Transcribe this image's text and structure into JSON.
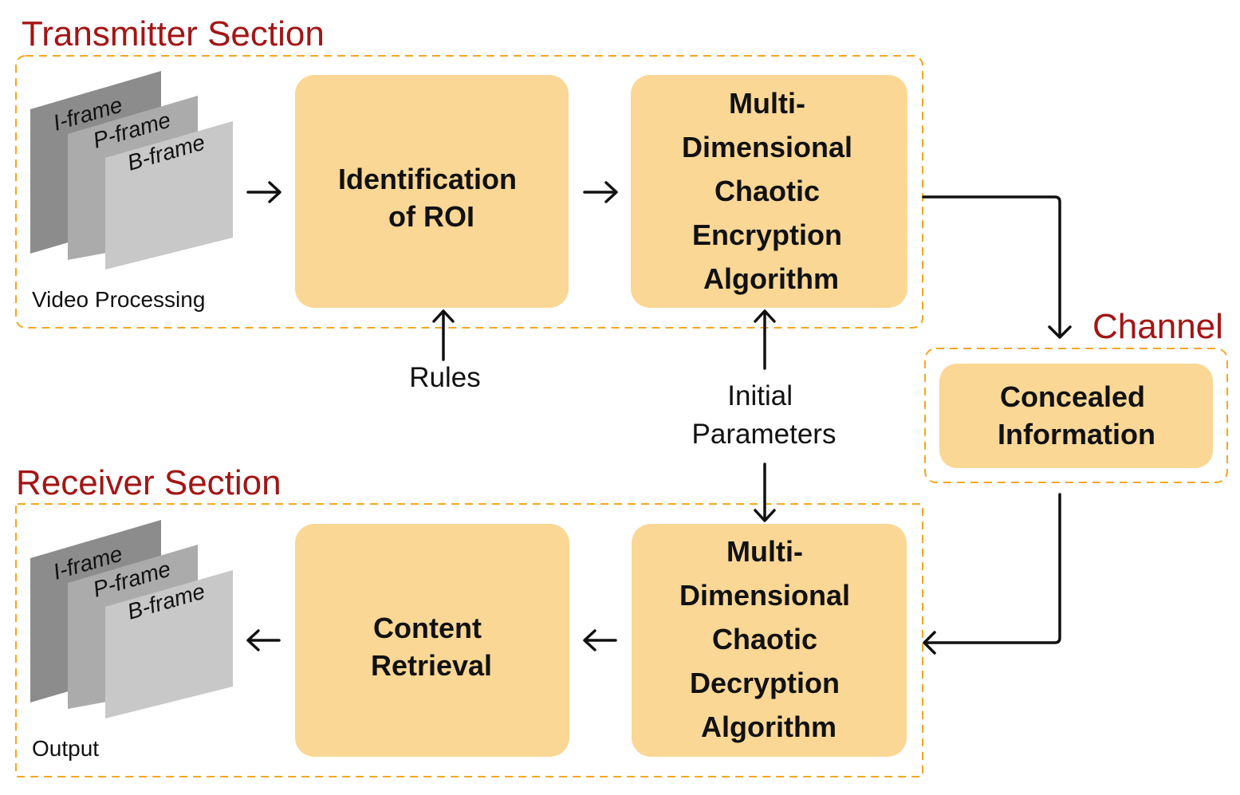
{
  "transmitter": {
    "title": "Transmitter Section",
    "video_caption": "Video Processing",
    "frames": {
      "i": "I-frame",
      "p": "P-frame",
      "b": "B-frame"
    },
    "roi_block": [
      "Identification",
      "of ROI"
    ],
    "encryption_block": [
      "Multi-",
      "Dimensional",
      "Chaotic",
      "Encryption",
      "Algorithm"
    ]
  },
  "inputs": {
    "rules": "Rules",
    "initial_parameters": [
      "Initial",
      "Parameters"
    ]
  },
  "channel": {
    "title": "Channel",
    "concealed_block": [
      "Concealed",
      "Information"
    ]
  },
  "receiver": {
    "title": "Receiver Section",
    "output_caption": "Output",
    "frames": {
      "i": "I-frame",
      "p": "P-frame",
      "b": "B-frame"
    },
    "retrieval_block": [
      "Content",
      "Retrieval"
    ],
    "decryption_block": [
      "Multi-",
      "Dimensional",
      "Chaotic",
      "Decryption",
      "Algorithm"
    ]
  },
  "colors": {
    "section_title": "#a31515",
    "block_fill": "#fad795",
    "frame_border": "#f5a623",
    "frame_dark": "#8c8c8c",
    "frame_mid": "#ababab",
    "frame_light": "#c8c8c8"
  }
}
